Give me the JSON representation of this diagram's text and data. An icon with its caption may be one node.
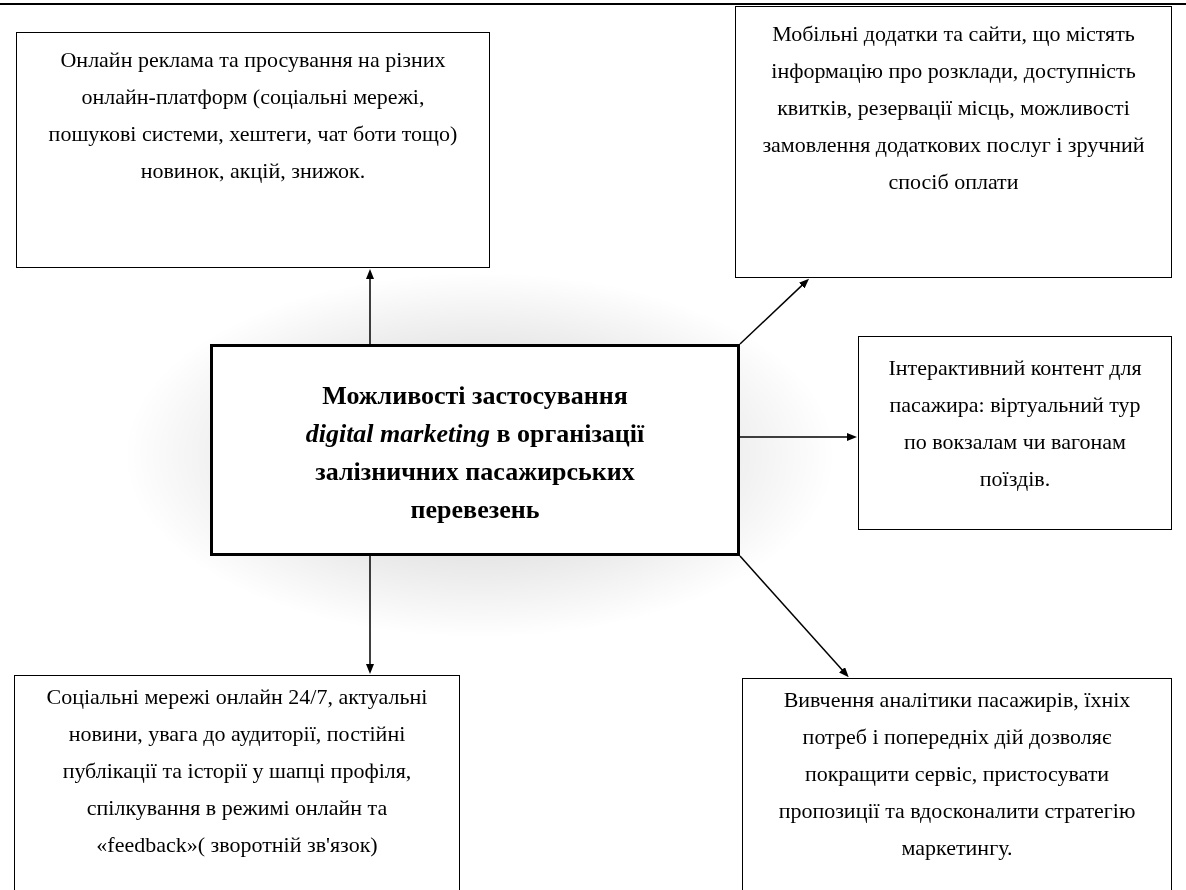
{
  "diagram": {
    "nodes": [
      {
        "text": [
          "Можливості застосування *digital marketing* в організації залізничних пасажирських перевезень"
        ]
      },
      {
        "text": [
          "Онлайн реклама та просування на різних онлайн-платформ (соціальні мережі, пошукові системи, хештеги, чат боти тощо) новинок, акцій, знижок."
        ]
      },
      {
        "text": [
          "Мобільні додатки та сайти, що містять інформацію про розклади, доступність квитків, резервації місць, можливості замовлення додаткових послуг і зручний спосіб оплати"
        ]
      },
      {
        "text": [
          "Інтерактивний контент для пасажира: віртуальний тур по вокзалам чи вагонам поїздів."
        ]
      },
      {
        "text": [
          "Соціальні мережі онлайн 24/7, актуальні новини, увага до аудиторії, постійні публікації та історії у шапці профіля, спілкування в режимі онлайн та «feedback»( зворотній зв'язок)"
        ]
      },
      {
        "text": [
          "Вивчення аналітики пасажирів, їхніх потреб і попередніх дій дозволяє покращити сервіс, пристосувати пропозиції та вдосконалити стратегію маркетингу."
        ]
      }
    ],
    "edges": [
      {
        "from": 0,
        "to": 1,
        "arrow": "to"
      },
      {
        "from": 0,
        "to": 2,
        "arrow": "to"
      },
      {
        "from": 0,
        "to": 3,
        "arrow": "to"
      },
      {
        "from": 0,
        "to": 4,
        "arrow": "to"
      },
      {
        "from": 0,
        "to": 5,
        "arrow": "to"
      }
    ]
  }
}
